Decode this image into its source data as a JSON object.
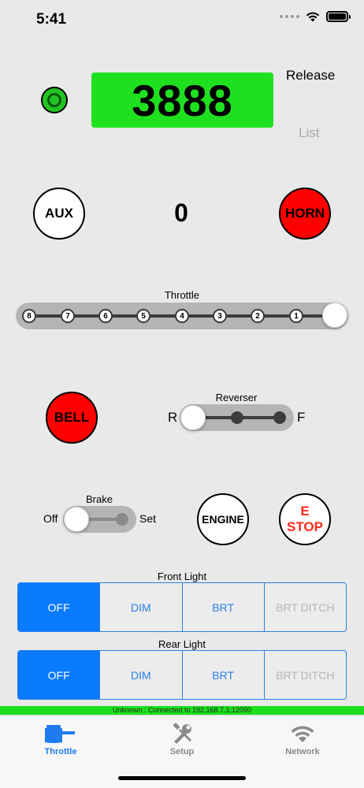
{
  "status": {
    "time": "5:41"
  },
  "address": {
    "value": "3888",
    "release_label": "Release",
    "list_label": "List"
  },
  "buttons": {
    "aux": "AUX",
    "horn": "HORN",
    "bell": "BELL",
    "engine": "ENGINE",
    "estop_line1": "E",
    "estop_line2": "STOP"
  },
  "speed": {
    "value": "0"
  },
  "throttle": {
    "label": "Throttle",
    "notches": [
      "8",
      "7",
      "6",
      "5",
      "4",
      "3",
      "2",
      "1"
    ],
    "position": 0
  },
  "reverser": {
    "label": "Reverser",
    "left": "R",
    "right": "F",
    "position": "R"
  },
  "brake": {
    "label": "Brake",
    "left": "Off",
    "right": "Set",
    "position": "Off"
  },
  "front_light": {
    "label": "Front Light",
    "options": [
      "OFF",
      "DIM",
      "BRT",
      "BRT DITCH"
    ],
    "selected": "OFF"
  },
  "rear_light": {
    "label": "Rear Light",
    "options": [
      "OFF",
      "DIM",
      "BRT",
      "BRT DITCH"
    ],
    "selected": "OFF"
  },
  "connection": {
    "text": "Unknown : Connected to 192.168.7.1:12090"
  },
  "tabs": [
    {
      "label": "Throttle",
      "icon": "throttle-icon",
      "active": true
    },
    {
      "label": "Setup",
      "icon": "tools-icon",
      "active": false
    },
    {
      "label": "Network",
      "icon": "wifi-icon",
      "active": false
    }
  ],
  "colors": {
    "accent": "#0a7aff",
    "address_bg": "#1fe01f",
    "alert": "#ff0000",
    "connection_bar": "#1be01b"
  }
}
